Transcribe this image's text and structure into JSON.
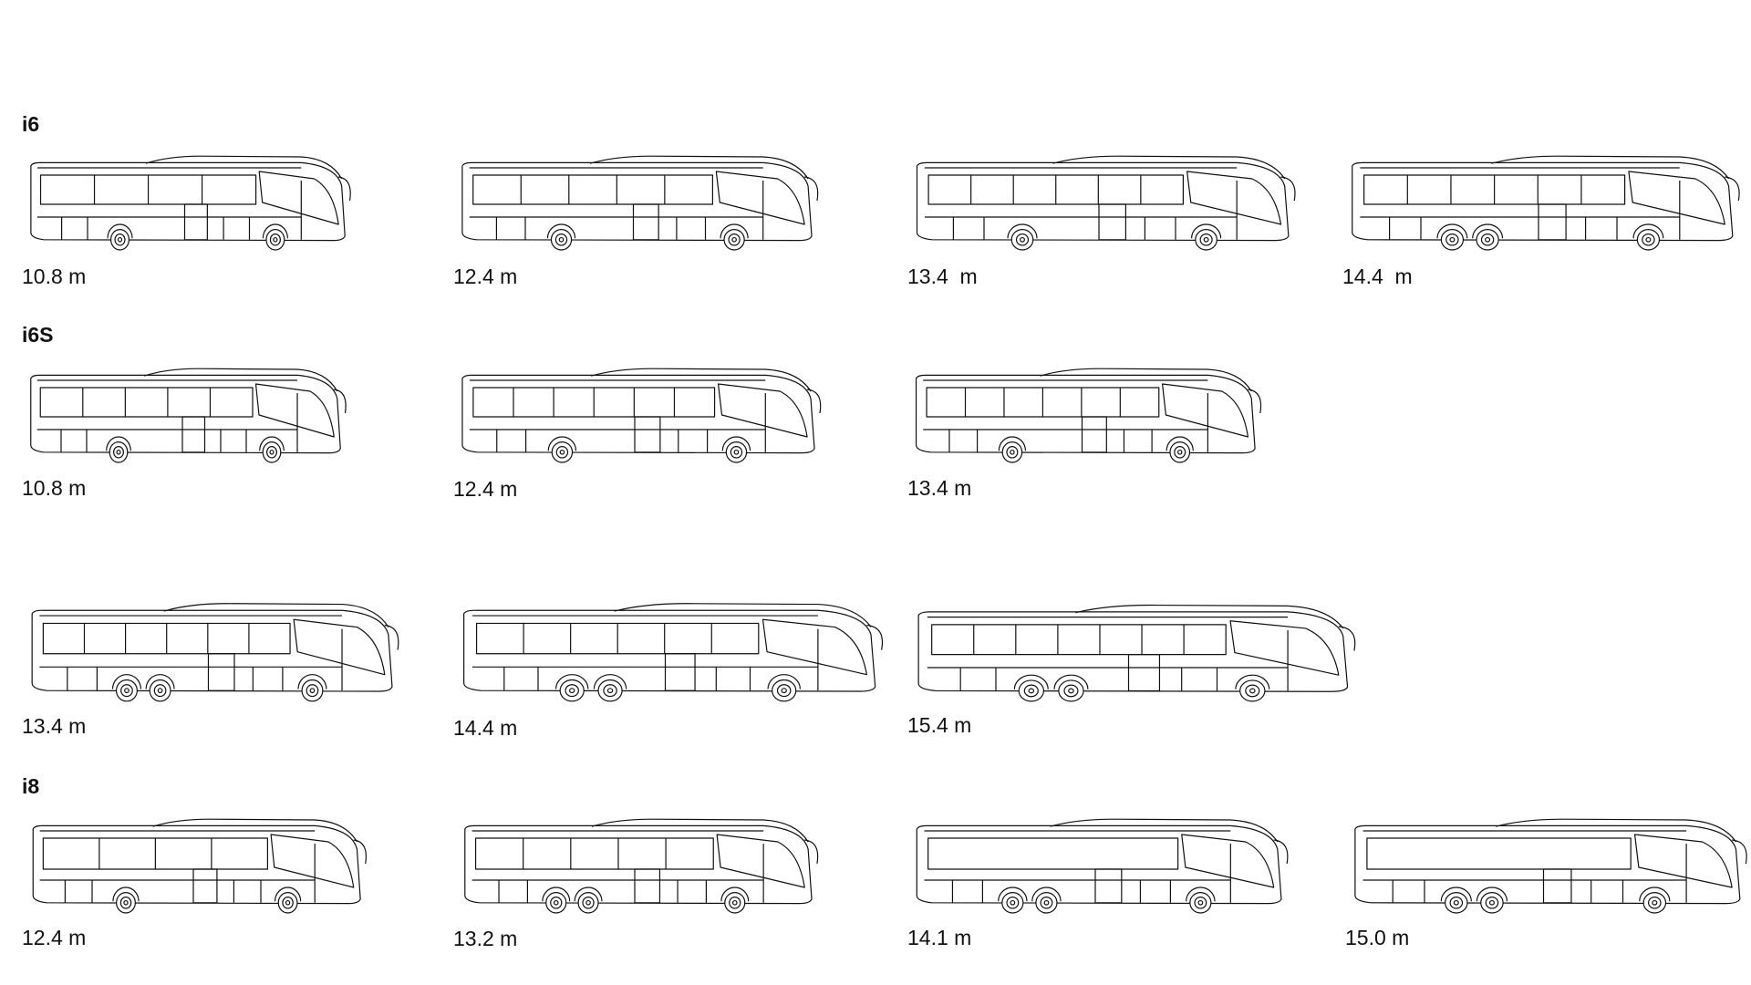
{
  "series": [
    {
      "name": "i6",
      "models": [
        {
          "length": "10.8 m",
          "axles": 2,
          "style": "i6",
          "windows": 4
        },
        {
          "length": "12.4 m",
          "axles": 2,
          "style": "i6",
          "windows": 5
        },
        {
          "length": "13.4  m",
          "axles": 2,
          "style": "i6",
          "windows": 6
        },
        {
          "length": "14.4  m",
          "axles": 3,
          "style": "i6",
          "windows": 6
        }
      ]
    },
    {
      "name": "i6S",
      "models": [
        {
          "length": "10.8 m",
          "axles": 2,
          "style": "i6s",
          "windows": 5
        },
        {
          "length": "12.4 m",
          "axles": 2,
          "style": "i6s",
          "windows": 6
        },
        {
          "length": "13.4 m",
          "axles": 2,
          "style": "i6s",
          "windows": 6
        },
        {
          "length": "13.4 m",
          "axles": 3,
          "style": "i6s",
          "windows": 6
        },
        {
          "length": "14.4 m",
          "axles": 3,
          "style": "i6s",
          "windows": 6
        },
        {
          "length": "15.4 m",
          "axles": 3,
          "style": "i6s",
          "windows": 7
        }
      ]
    },
    {
      "name": "i8",
      "models": [
        {
          "length": "12.4 m",
          "axles": 2,
          "style": "i8",
          "windows": 4
        },
        {
          "length": "13.2 m",
          "axles": 3,
          "style": "i8",
          "windows": 5
        },
        {
          "length": "14.1 m",
          "axles": 3,
          "style": "i8",
          "windows": 1
        },
        {
          "length": "15.0 m",
          "axles": 3,
          "style": "i8",
          "windows": 1
        }
      ]
    }
  ],
  "colors": {
    "line": "#111111",
    "background": "#ffffff",
    "text": "#111111"
  }
}
